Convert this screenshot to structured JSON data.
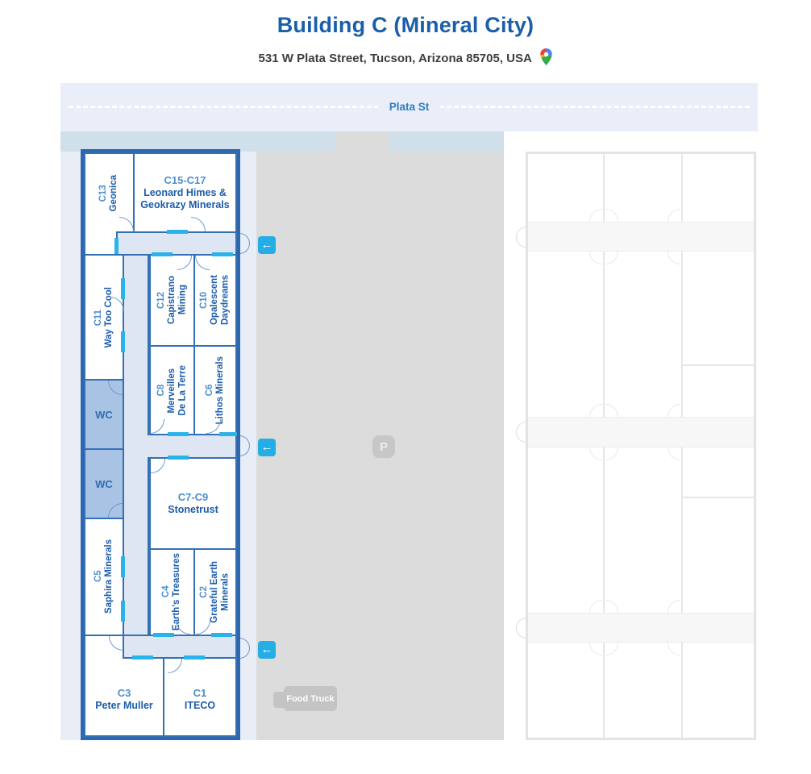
{
  "header": {
    "title": "Building C",
    "subtitle": " (Mineral City)",
    "address": "531 W Plata Street, Tucson, Arizona 85705, USA"
  },
  "street": {
    "label": "Plata St"
  },
  "parking": {
    "symbol": "P",
    "food_truck_label": "Food Truck"
  },
  "entrance": {
    "arrow_symbol": "←"
  },
  "restroom": {
    "label": "WC"
  },
  "booths": [
    {
      "id": "C13",
      "name": "Geonica"
    },
    {
      "id": "C15-C17",
      "name": "Leonard Himes &\nGeokrazy Minerals"
    },
    {
      "id": "C11",
      "name": "Way Too Cool"
    },
    {
      "id": "C12",
      "name": "Capistrano\nMining"
    },
    {
      "id": "C10",
      "name": "Opalescent\nDaydreams"
    },
    {
      "id": "C8",
      "name": "Merveilles\nDe La Terre"
    },
    {
      "id": "C6",
      "name": "Lithos Minerals"
    },
    {
      "id": "C7-C9",
      "name": "Stonetrust"
    },
    {
      "id": "C5",
      "name": "Saphira Minerals"
    },
    {
      "id": "C4",
      "name": "Earth's Treasures"
    },
    {
      "id": "C2",
      "name": "Grateful Earth\nMinerals"
    },
    {
      "id": "C3",
      "name": "Peter Muller"
    },
    {
      "id": "C1",
      "name": "ITECO"
    }
  ],
  "colors": {
    "accent_blue": "#2c67b0",
    "opening_cyan": "#29b3ea",
    "corridor": "#dfe6f3"
  }
}
